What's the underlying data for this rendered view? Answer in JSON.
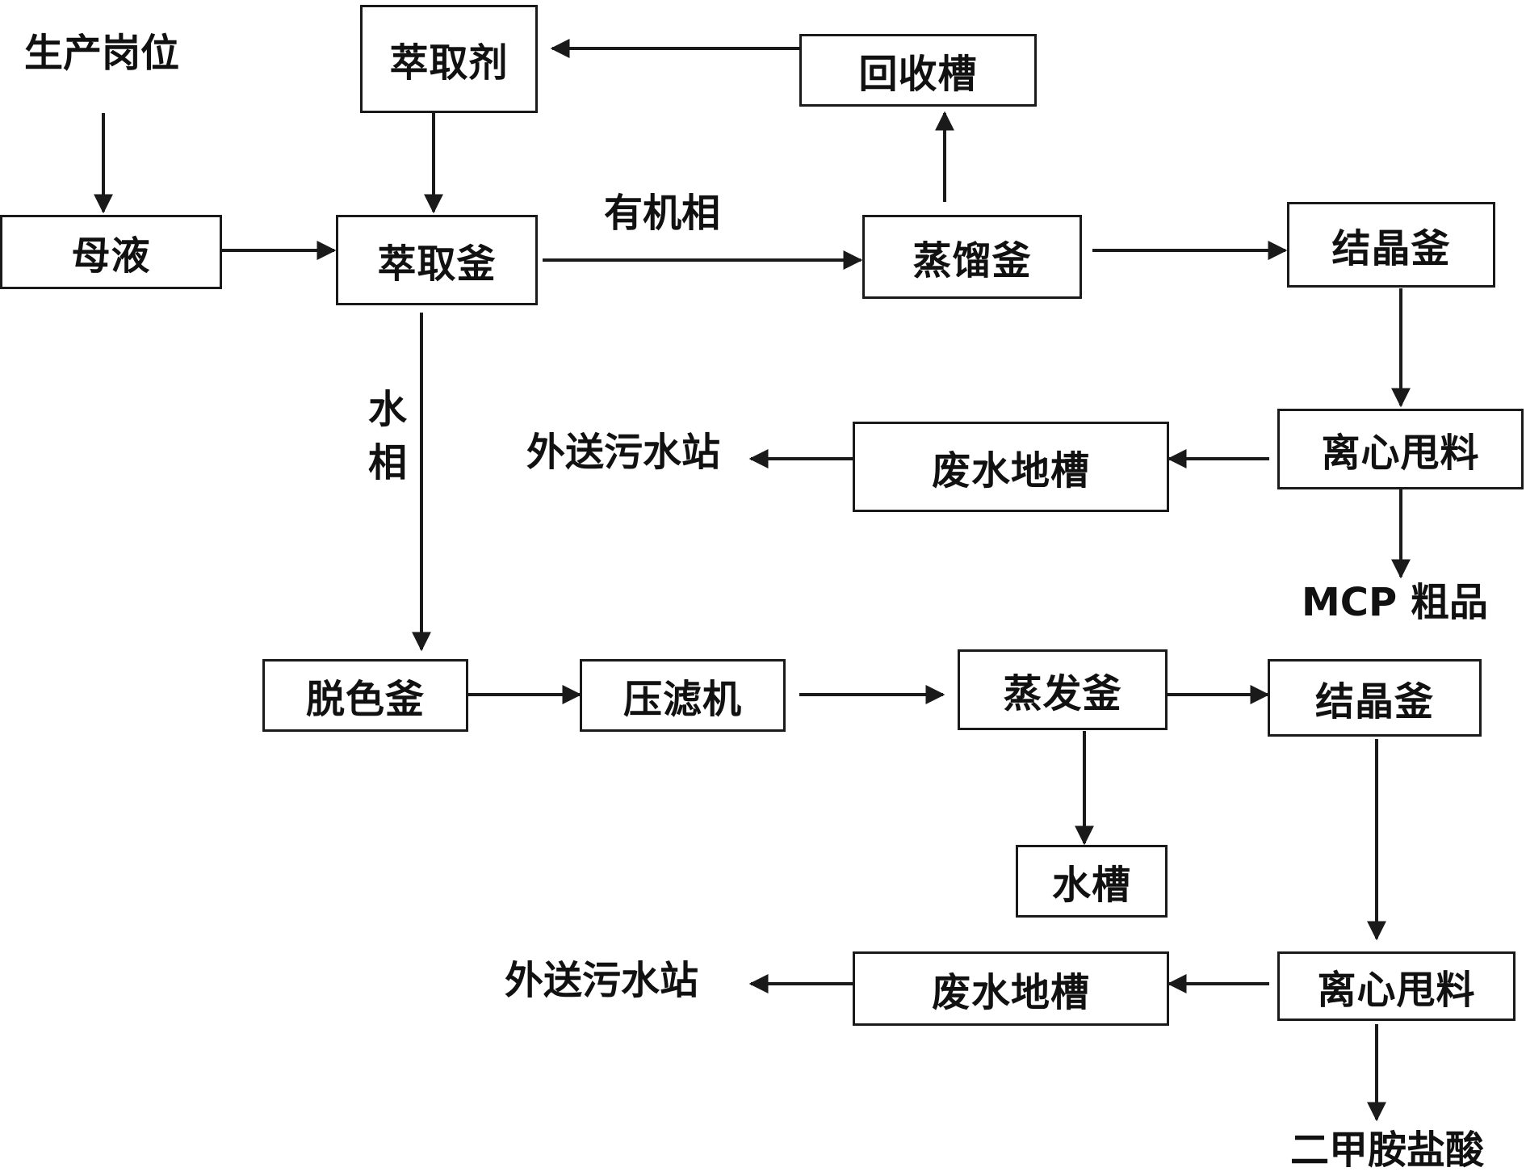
{
  "nodes": {
    "extractant": "萃取剂",
    "recovery_tank": "回收槽",
    "mother_liquor": "母液",
    "extraction_kettle": "萃取釜",
    "distillation_kettle": "蒸馏釜",
    "crystallization_kettle_1": "结晶釜",
    "centrifuge_1": "离心甩料",
    "wastewater_pit_1": "废水地槽",
    "decolorization_kettle": "脱色釜",
    "filter_press": "压滤机",
    "evaporation_kettle": "蒸发釜",
    "crystallization_kettle_2": "结晶釜",
    "water_tank": "水槽",
    "centrifuge_2": "离心甩料",
    "wastewater_pit_2": "废水地槽"
  },
  "labels": {
    "production_post": "生产岗位",
    "organic_phase": "有机相",
    "aqueous_phase": "水\n相",
    "sewage_station_1": "外送污水站",
    "sewage_station_2": "外送污水站",
    "mcp_crude": "MCP 粗品",
    "dimethylamine_hcl": "二甲胺盐酸"
  }
}
